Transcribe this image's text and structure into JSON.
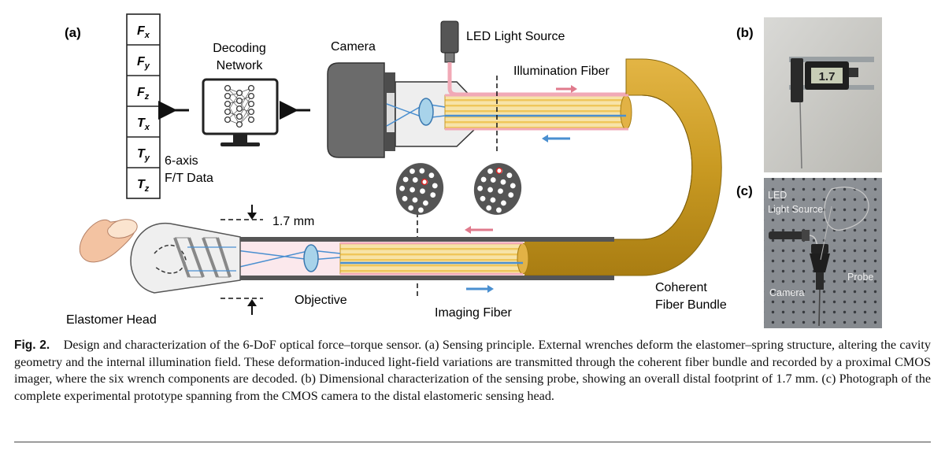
{
  "panel_labels": {
    "a": "(a)",
    "b": "(b)",
    "c": "(c)"
  },
  "labels": {
    "decoding_network_line1": "Decoding",
    "decoding_network_line2": "Network",
    "camera": "Camera",
    "led_light_source": "LED Light Source",
    "illumination_fiber": "Illumination Fiber",
    "six_axis_line1": "6-axis",
    "six_axis_line2": "F/T Data",
    "diameter": "1.7 mm",
    "objective": "Objective",
    "imaging_fiber": "Imaging Fiber",
    "coherent_line1": "Coherent",
    "coherent_line2": "Fiber Bundle",
    "elastomer_head": "Elastomer Head"
  },
  "ft_components": [
    {
      "base": "F",
      "sub": "x"
    },
    {
      "base": "F",
      "sub": "y"
    },
    {
      "base": "F",
      "sub": "z"
    },
    {
      "base": "T",
      "sub": "x"
    },
    {
      "base": "T",
      "sub": "y"
    },
    {
      "base": "T",
      "sub": "z"
    }
  ],
  "photo_b": {
    "caliper_reading": "1.7"
  },
  "photo_c": {
    "led_line1": "LED",
    "led_line2": "Light Source",
    "probe": "Probe",
    "camera": "Camera"
  },
  "caption": {
    "label": "Fig. 2.",
    "text": "Design and characterization of the 6-DoF optical force–torque sensor. (a) Sensing principle. External wrenches deform the elastomer–spring structure, altering the cavity geometry and the internal illumination field. These deformation-induced light-field variations are transmitted through the coherent fiber bundle and recorded by a proximal CMOS imager, where the six wrench components are decoded. (b) Dimensional characterization of the sensing probe, showing an overall distal footprint of 1.7 mm. (c) Photograph of the complete experimental prototype spanning from the CMOS camera to the distal elastomeric sensing head."
  },
  "colors": {
    "fiber_gold": "#c99a22",
    "fiber_stripe": "#f4d27c",
    "illum_pink": "#e07a8c",
    "imaging_blue": "#4a8fd0",
    "skin": "#f3c3a2"
  }
}
